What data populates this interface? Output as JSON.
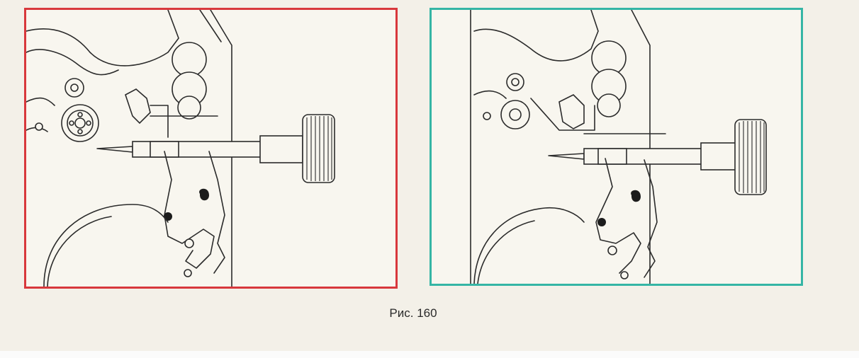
{
  "figure": {
    "caption": "Рис. 160",
    "colors": {
      "left_frame": "#d8383c",
      "right_frame": "#35b5a5",
      "line": "#2b2b2b",
      "paper": "#f3f0e8"
    },
    "panels": [
      {
        "frame_color": "red",
        "depicts": "watch-winding-mechanism-crown-pushed-in"
      },
      {
        "frame_color": "teal",
        "depicts": "watch-winding-mechanism-crown-pulled-out"
      }
    ]
  }
}
